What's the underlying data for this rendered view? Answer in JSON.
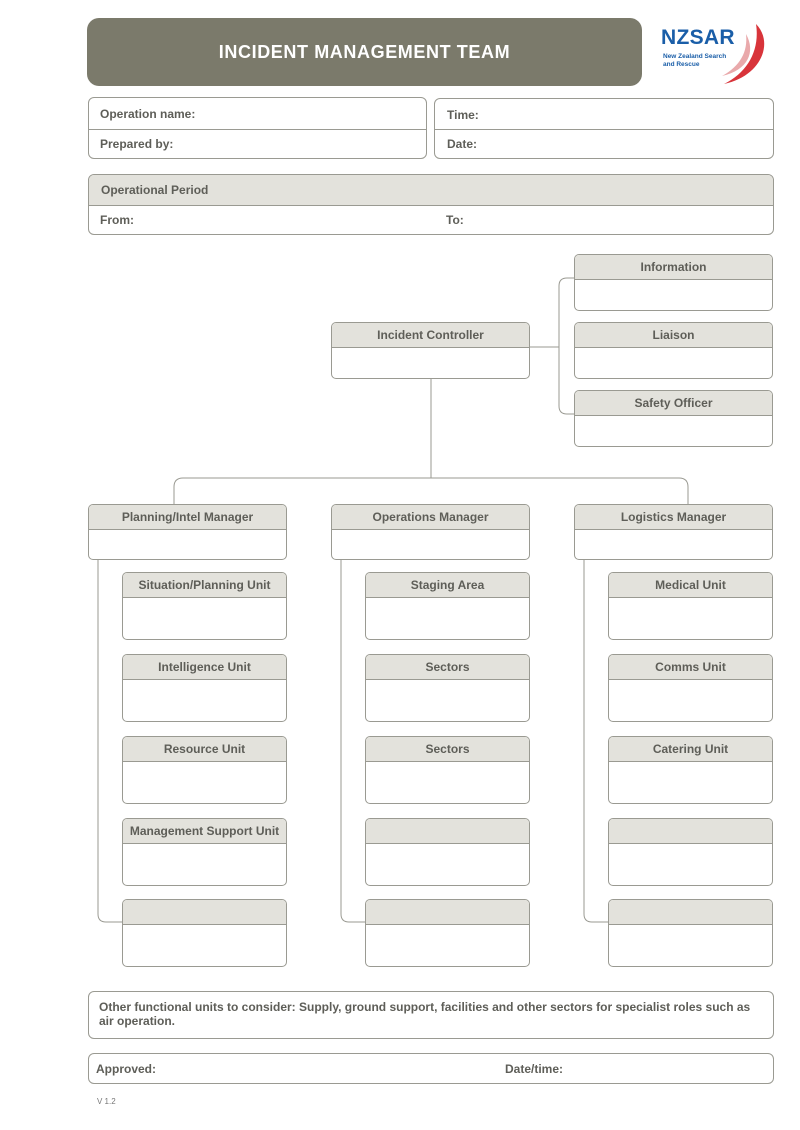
{
  "header": {
    "title": "INCIDENT MANAGEMENT TEAM"
  },
  "logo": {
    "name": "NZSAR",
    "subtitle_line1": "New Zealand Search",
    "subtitle_line2": "and Rescue"
  },
  "info": {
    "operation_name": "Operation name:",
    "prepared_by": "Prepared by:",
    "time": "Time:",
    "date": "Date:"
  },
  "period": {
    "title": "Operational Period",
    "from": "From:",
    "to": "To:"
  },
  "org": {
    "controller": "Incident Controller",
    "information": "Information",
    "liaison": "Liaison",
    "safety": "Safety Officer",
    "planning": {
      "manager": "Planning/Intel Manager",
      "units": [
        "Situation/Planning Unit",
        "Intelligence Unit",
        "Resource Unit",
        "Management Support Unit",
        ""
      ]
    },
    "operations": {
      "manager": "Operations Manager",
      "units": [
        "Staging Area",
        "Sectors",
        "Sectors",
        "",
        ""
      ]
    },
    "logistics": {
      "manager": "Logistics Manager",
      "units": [
        "Medical Unit",
        "Comms Unit",
        "Catering Unit",
        "",
        ""
      ]
    }
  },
  "footer": {
    "note": "Other functional units to consider: Supply, ground support, facilities and other sectors for specialist roles such as air operation.",
    "approved": "Approved:",
    "datetime": "Date/time:",
    "version": "V 1.2"
  }
}
